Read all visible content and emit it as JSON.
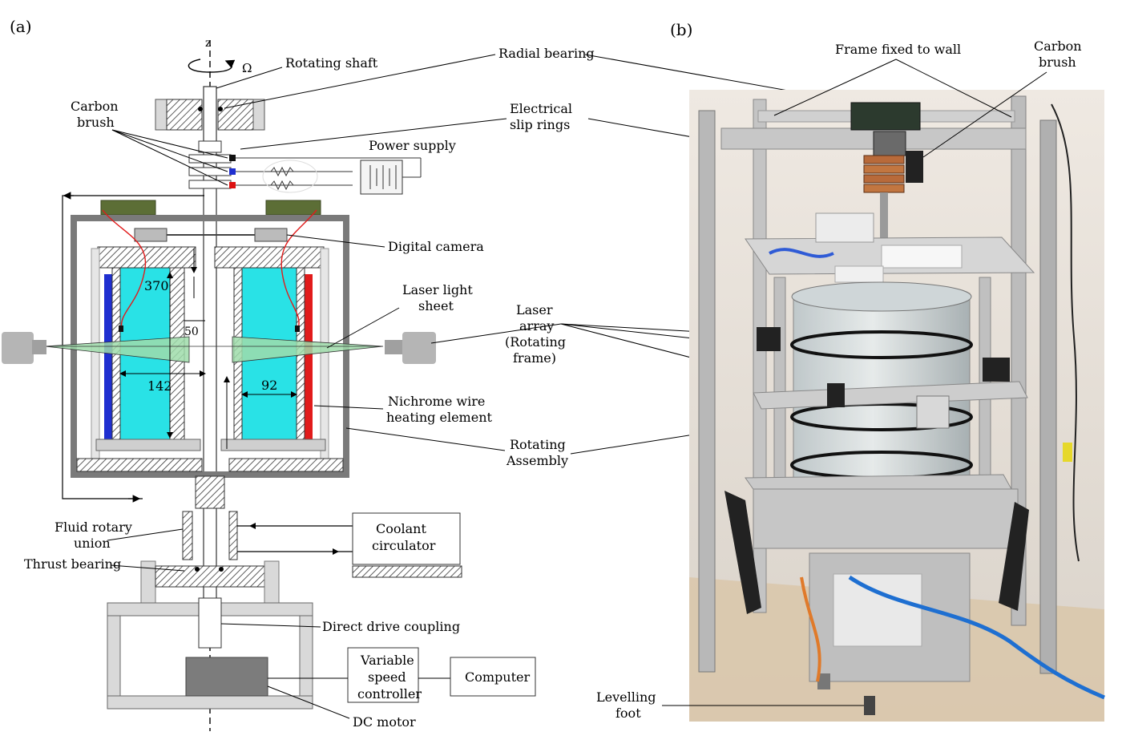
{
  "panels": {
    "a_label": "(a)",
    "b_label": "(b)"
  },
  "schematic": {
    "axis_z": "z",
    "omega": "Ω",
    "rotating_shaft": "Rotating shaft",
    "radial_bearing": "Radial bearing",
    "carbon_brush_line1": "Carbon",
    "carbon_brush_line2": "brush",
    "power_supply": "Power supply",
    "slip_rings_line1": "Electrical",
    "slip_rings_line2": "slip rings",
    "digital_camera": "Digital camera",
    "laser_sheet_line1": "Laser light",
    "laser_sheet_line2": "sheet",
    "laser_array_line1": "Laser",
    "laser_array_line2": "array",
    "laser_array_line3": "(Rotating",
    "laser_array_line4": "frame)",
    "nichrome_line1": "Nichrome wire",
    "nichrome_line2": "heating element",
    "rotating_assembly_line1": "Rotating",
    "rotating_assembly_line2": "Assembly",
    "dim_370": "370",
    "dim_50": "50",
    "dim_142": "142",
    "dim_92": "92",
    "fluid_union_line1": "Fluid rotary",
    "fluid_union_line2": "union",
    "thrust_bearing": "Thrust bearing",
    "coolant_line1": "Coolant",
    "coolant_line2": "circulator",
    "direct_drive": "Direct drive coupling",
    "vsc_line1": "Variable",
    "vsc_line2": "speed",
    "vsc_line3": "controller",
    "computer": "Computer",
    "dc_motor": "DC motor"
  },
  "photo": {
    "frame_fixed": "Frame fixed to wall",
    "carbon_brush_line1": "Carbon",
    "carbon_brush_line2": "brush",
    "levelling_line1": "Levelling",
    "levelling_line2": "foot"
  },
  "colors": {
    "fluid": "#29e2e6",
    "heater_left": "#1f2fd0",
    "heater_right": "#e11b1b",
    "camera_block": "#5c6e36",
    "laser_sheet": "#9fdcaa",
    "wall_gray": "#7a7a7a"
  }
}
